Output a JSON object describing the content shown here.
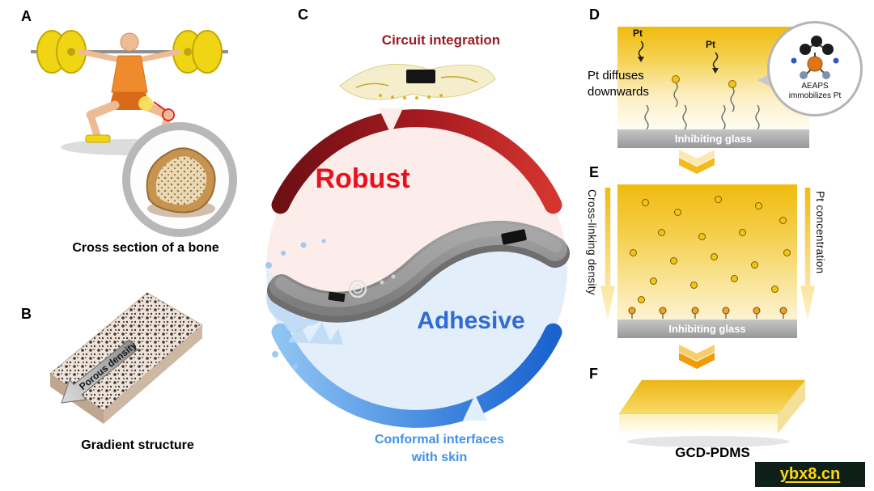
{
  "panel_a": {
    "label": "A",
    "caption": "Cross section of a bone"
  },
  "panel_b": {
    "label": "B",
    "arrow_label": "Porous density",
    "caption": "Gradient structure"
  },
  "panel_c": {
    "label": "C",
    "top_label": "Circuit integration",
    "robust_label": "Robust",
    "adhesive_label": "Adhesive",
    "bottom_label": "Conformal interfaces with skin"
  },
  "panel_d": {
    "label": "D",
    "pt_label_1": "Pt",
    "pt_label_2": "Pt",
    "diffuse_text": "Pt diffuses downwards",
    "glass_label": "Inhibiting glass",
    "inset_label": "AEAPS immobilizes Pt"
  },
  "panel_e": {
    "label": "E",
    "left_axis_label": "Cross-linking density",
    "right_axis_label": "Pt concentration",
    "glass_label": "Inhibiting glass"
  },
  "panel_f": {
    "label": "F",
    "caption": "GCD-PDMS"
  },
  "watermark": "ybx8.cn",
  "colors": {
    "robust_red": "#e8121f",
    "circuit_dark_red": "#9b1c21",
    "adhesive_blue": "#2e6bd4",
    "conformal_blue": "#4191e8",
    "pdms_yellow": "#f0bb0e",
    "glass_gray": "#9a9a9a"
  }
}
